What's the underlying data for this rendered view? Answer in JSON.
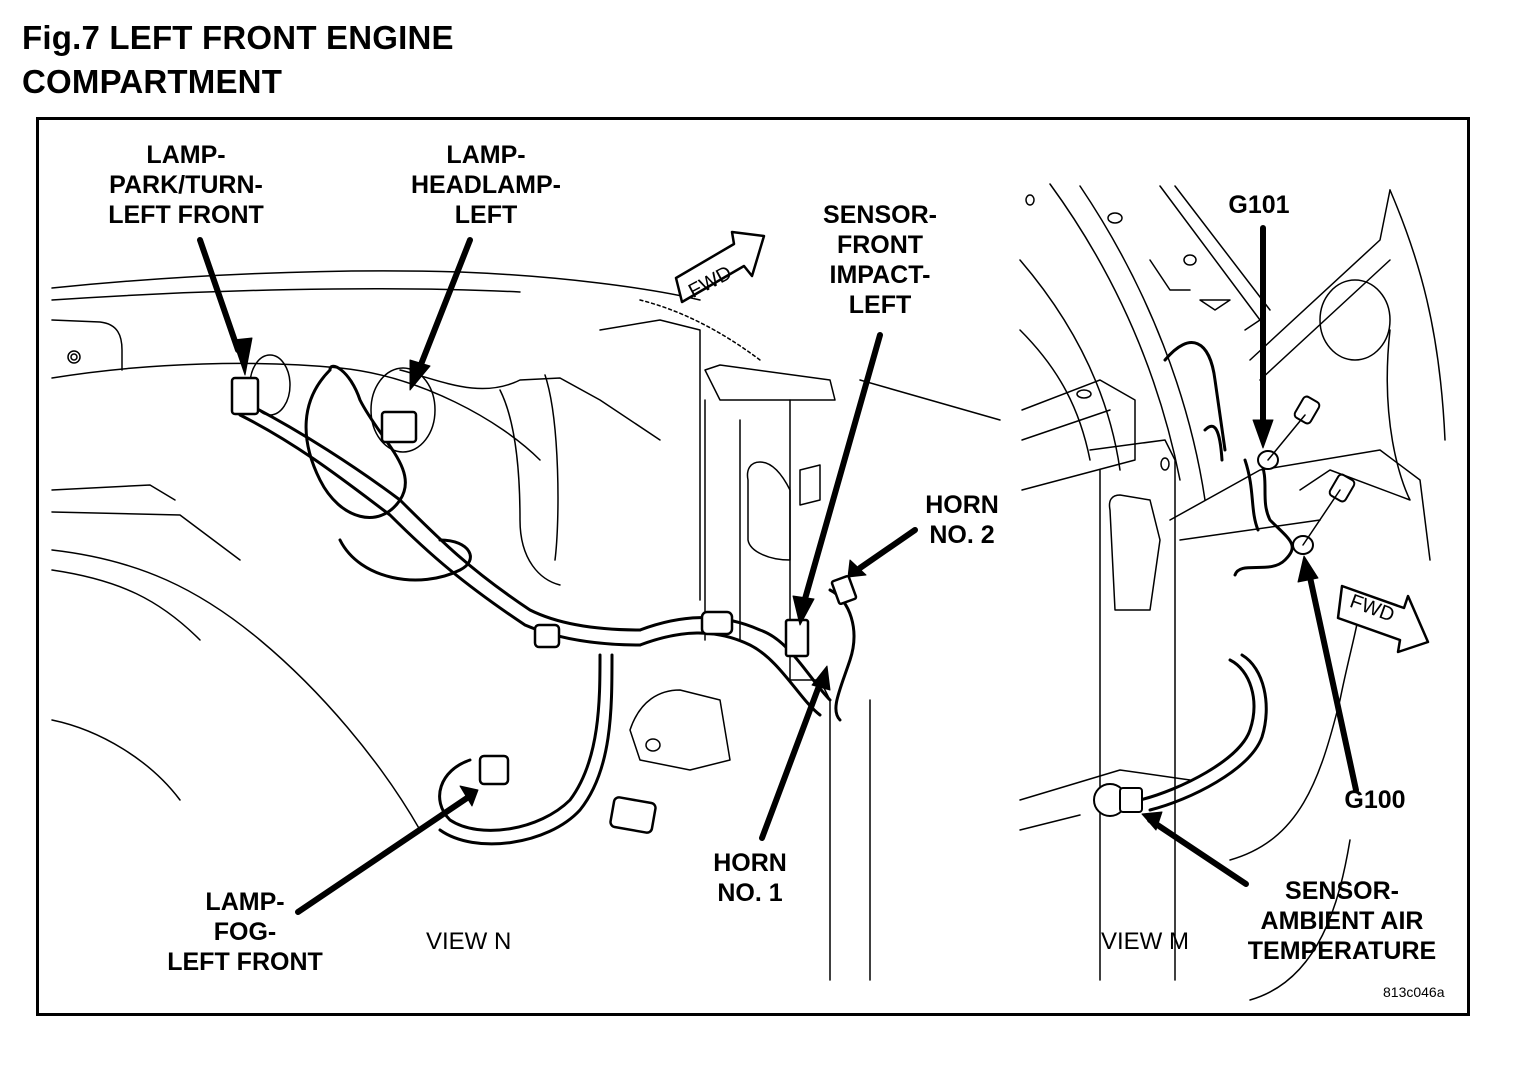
{
  "figure": {
    "title_lines": [
      "Fig.7 LEFT FRONT ENGINE",
      "COMPARTMENT"
    ],
    "drawing_code": "813c046a"
  },
  "views": {
    "left": "VIEW N",
    "right": "VIEW M"
  },
  "direction_arrows": {
    "left_view": "FWD",
    "right_view": "FWD"
  },
  "callouts": {
    "park_turn_lamp": [
      "LAMP-",
      "PARK/TURN-",
      "LEFT FRONT"
    ],
    "headlamp": [
      "LAMP-",
      "HEADLAMP-",
      "LEFT"
    ],
    "front_impact_sensor": [
      "SENSOR-",
      "FRONT",
      "IMPACT-",
      "LEFT"
    ],
    "horn_2": [
      "HORN",
      "NO. 2"
    ],
    "horn_1": [
      "HORN",
      "NO. 1"
    ],
    "fog_lamp": [
      "LAMP-",
      "FOG-",
      "LEFT FRONT"
    ],
    "g101": [
      "G101"
    ],
    "g100": [
      "G100"
    ],
    "ambient_air_sensor": [
      "SENSOR-",
      "AMBIENT AIR",
      "TEMPERATURE"
    ]
  }
}
